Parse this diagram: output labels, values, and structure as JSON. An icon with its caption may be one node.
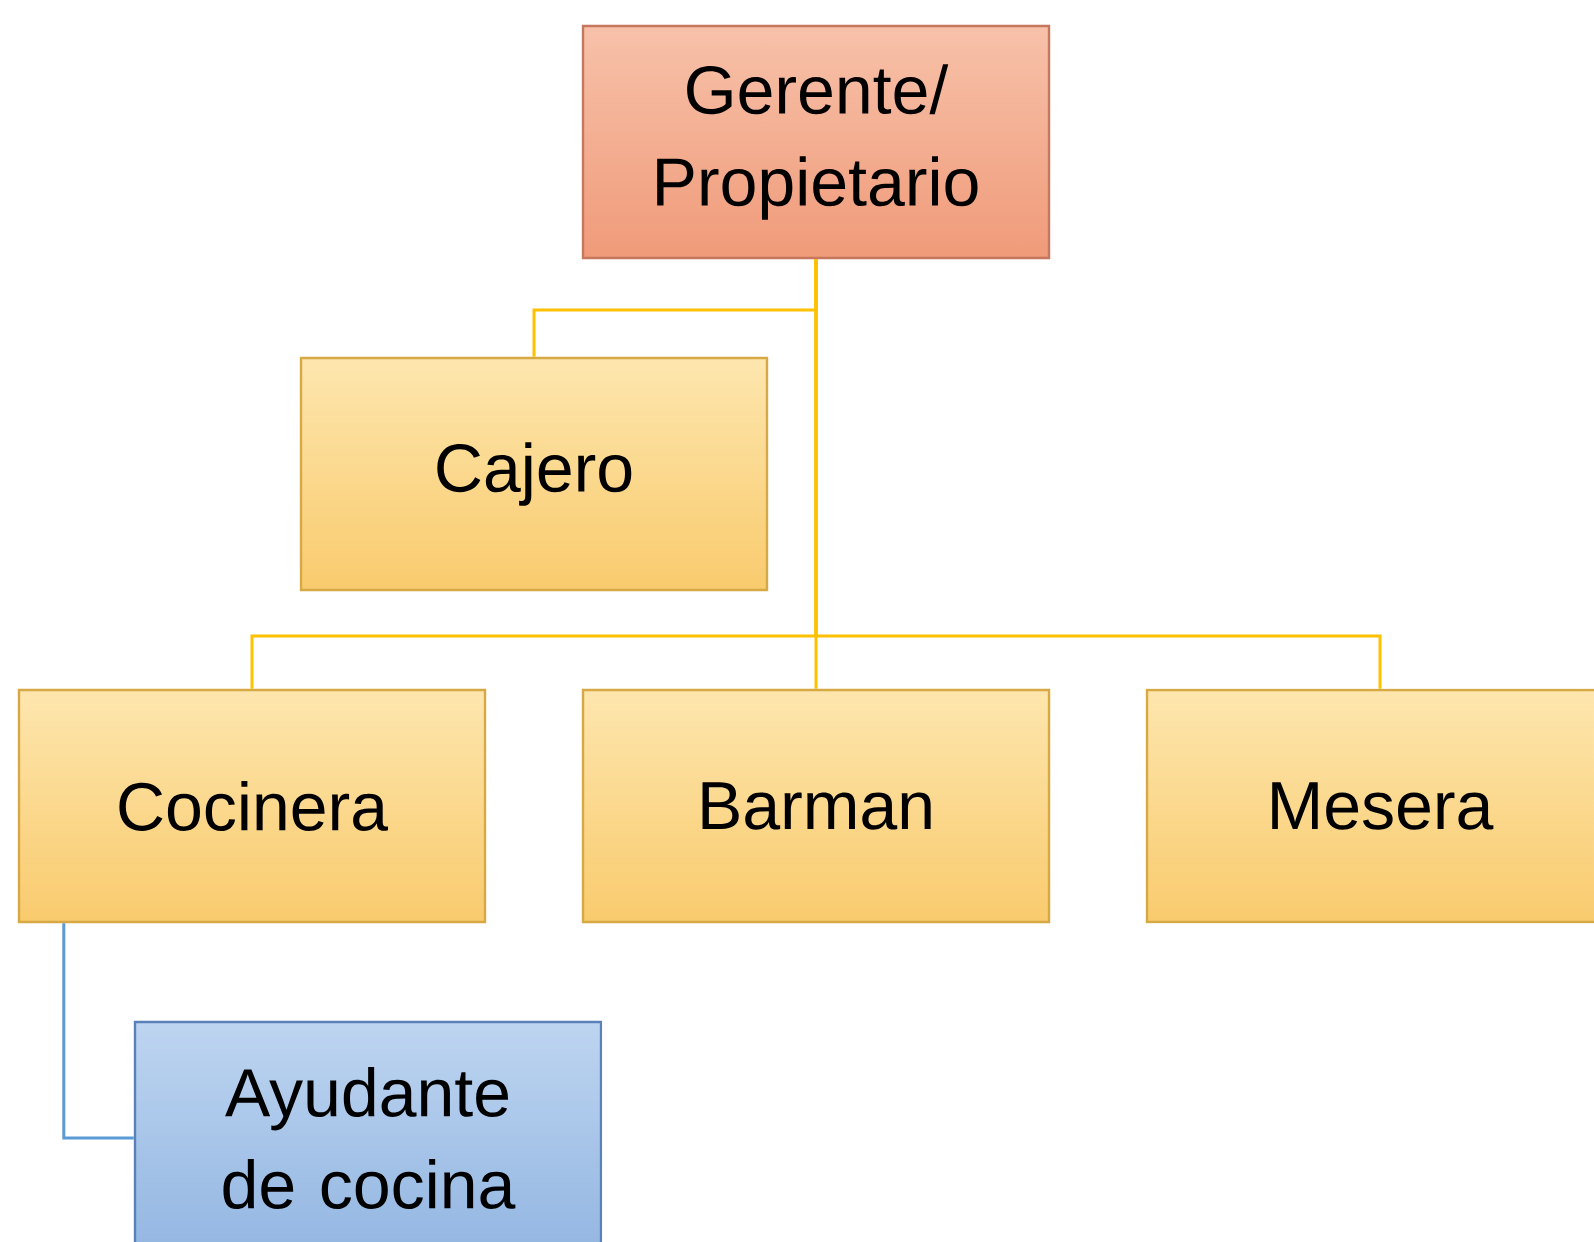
{
  "diagram": {
    "nodes": [
      {
        "text": [
          "Gerente/ Propietario"
        ]
      },
      {
        "text": [
          "Cajero"
        ]
      },
      {
        "text": [
          "Cocinera"
        ]
      },
      {
        "text": [
          "Barman"
        ]
      },
      {
        "text": [
          "Mesera"
        ]
      },
      {
        "text": [
          "Ayudante de cocina"
        ]
      }
    ],
    "edges": [
      {
        "from": 0,
        "to": 1,
        "arrow": "none"
      },
      {
        "from": 0,
        "to": 2,
        "arrow": "none"
      },
      {
        "from": 0,
        "to": 3,
        "arrow": "none"
      },
      {
        "from": 0,
        "to": 4,
        "arrow": "none"
      },
      {
        "from": 2,
        "to": 5,
        "arrow": "none",
        "color": "#5b9bd5"
      }
    ]
  }
}
